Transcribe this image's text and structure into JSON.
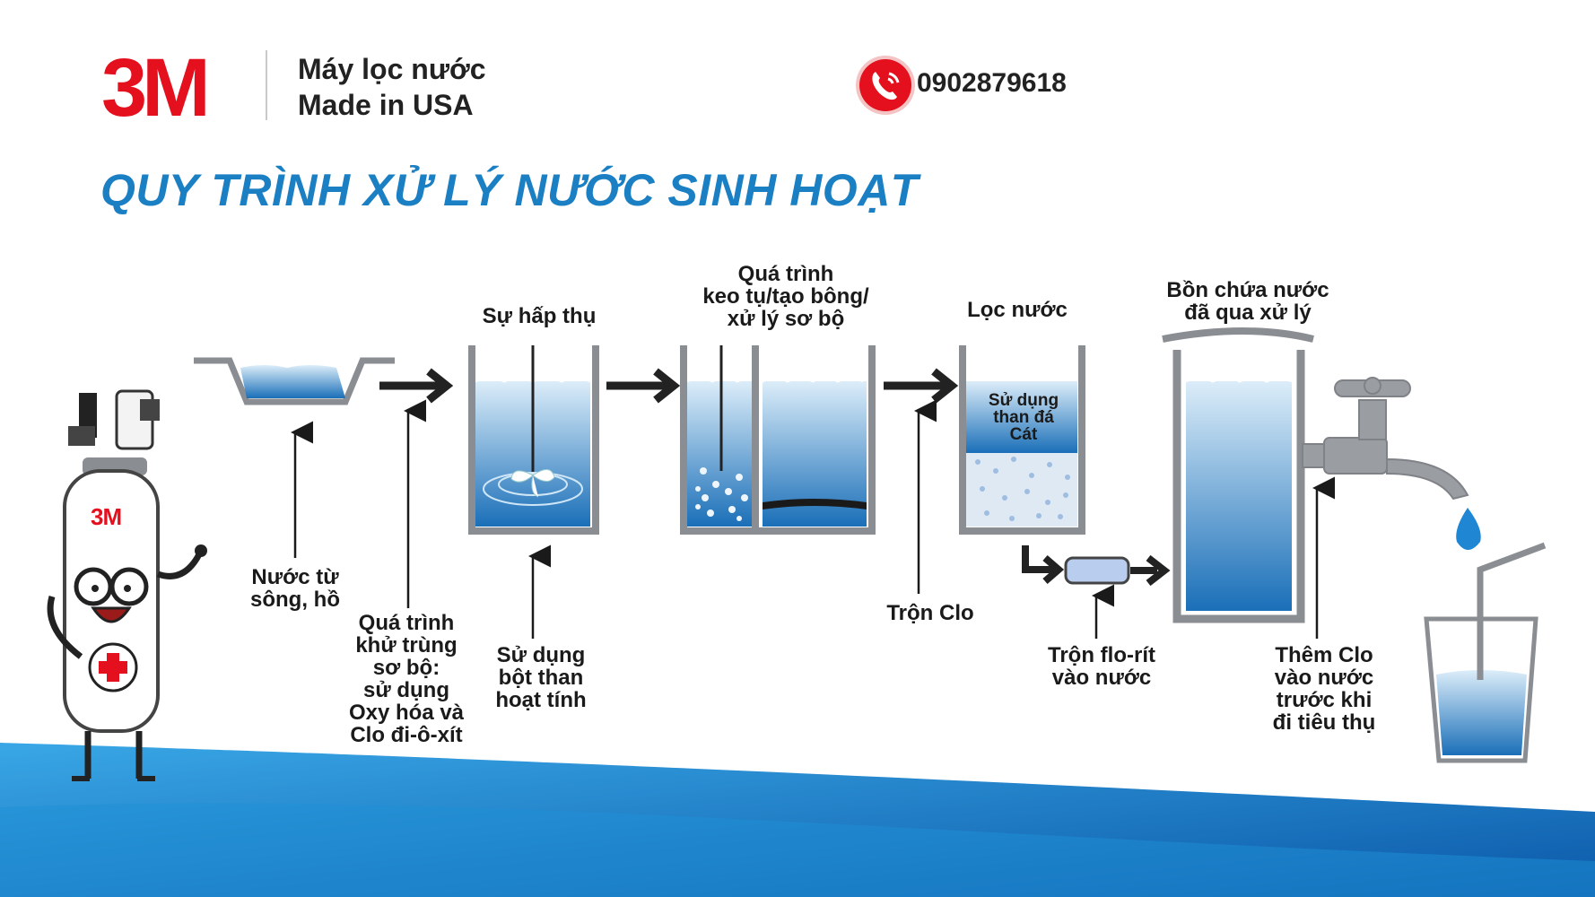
{
  "header": {
    "logo_text": "3M",
    "tagline_line1": "Máy lọc nước",
    "tagline_line2": "Made in USA",
    "phone": "0902879618",
    "phone_icon": "phone-icon"
  },
  "title": "QUY TRÌNH XỬ LÝ NƯỚC SINH HOẠT",
  "mascot": {
    "logo_text": "3M"
  },
  "steps": {
    "river_label": [
      "Nước từ",
      "sông, hồ"
    ],
    "predisinfect_label": [
      "Quá trình",
      "khử trùng",
      "sơ bộ:",
      "sử dụng",
      "Oxy hóa và",
      "Clo đi-ô-xít"
    ],
    "absorption_title": "Sự hấp thụ",
    "absorption_label": [
      "Sử dụng",
      "bột than",
      "hoạt tính"
    ],
    "coagulation_title": [
      "Quá trình",
      "keo tụ/tạo bông/",
      "xử lý sơ bộ"
    ],
    "filter_title": "Lọc nước",
    "filter_media": [
      "Sử dụng",
      "than đá",
      "Cát"
    ],
    "chlorine_mix_label": "Trộn Clo",
    "fluoride_label": [
      "Trộn flo-rít",
      "vào nước"
    ],
    "tank_title": [
      "Bồn chứa nước",
      "đã qua xử lý"
    ],
    "add_chlorine_label": [
      "Thêm Clo",
      "vào nước",
      "trước khi",
      "đi tiêu thụ"
    ]
  },
  "colors": {
    "brand_red": "#e4101e",
    "title_blue": "#1b7fc4",
    "water_light": "#d9ecf9",
    "water_dark": "#1a6fb8",
    "frame_gray": "#8a8d92"
  }
}
